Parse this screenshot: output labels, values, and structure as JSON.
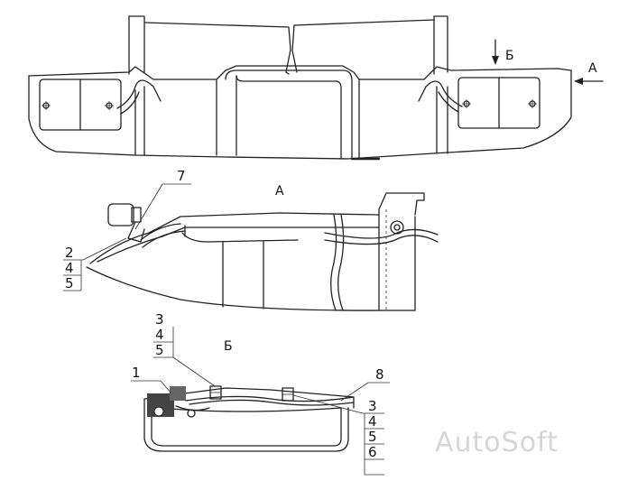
{
  "view_labels": {
    "top_b": "Б",
    "top_a": "А",
    "section_a": "А",
    "section_b": "Б"
  },
  "callouts": {
    "a_seven": "7",
    "a_stack": [
      "2",
      "4",
      "5"
    ],
    "b_left_stack": [
      "3",
      "4",
      "5"
    ],
    "b_one": "1",
    "b_eight": "8",
    "b_right_stack": [
      "3",
      "4",
      "5",
      "6"
    ]
  },
  "watermark": "AutoSoft"
}
